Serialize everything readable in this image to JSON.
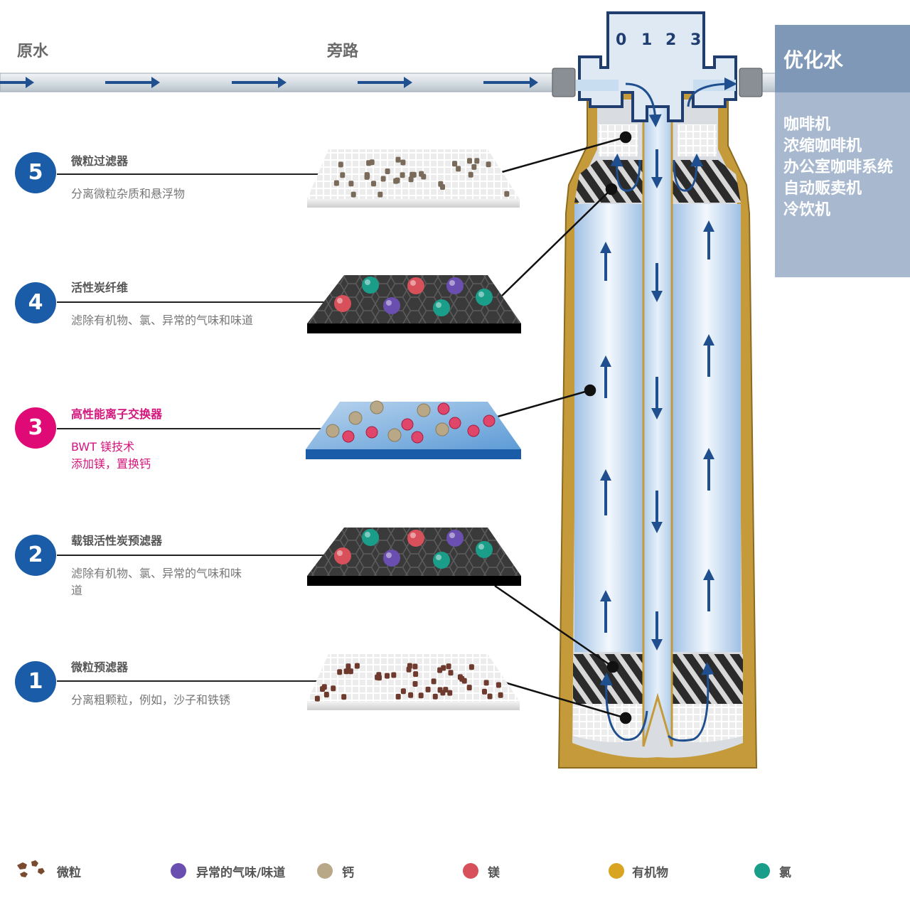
{
  "pipe": {
    "raw_water": "原水",
    "bypass": "旁路"
  },
  "dial": [
    "0",
    "1",
    "2",
    "3"
  ],
  "output": {
    "title": "优化水",
    "uses": [
      "咖啡机",
      "浓缩咖啡机",
      "办公室咖啡系统",
      "自动贩卖机",
      "冷饮机"
    ]
  },
  "stages": [
    {
      "num": "5",
      "title": "微粒过滤器",
      "desc": "分离微粒杂质和悬浮物",
      "highlight": false
    },
    {
      "num": "4",
      "title": "活性炭纤维",
      "desc": "滤除有机物、氯、异常的气味和味道",
      "highlight": false
    },
    {
      "num": "3",
      "title": "高性能离子交换器",
      "desc_lines": [
        "BWT 镁技术",
        "添加镁，置换钙"
      ],
      "highlight": true
    },
    {
      "num": "2",
      "title": "载银活性炭预滤器",
      "desc_lines": [
        "滤除有机物、氯、异常的气味和味",
        "道"
      ],
      "highlight": false
    },
    {
      "num": "1",
      "title": "微粒预滤器",
      "desc": "分离粗颗粒，例如，沙子和铁锈",
      "highlight": false
    }
  ],
  "legend": [
    {
      "label": "微粒",
      "icon": "particle-icon",
      "color": "#7a4a30"
    },
    {
      "label": "异常的气味/味道",
      "icon": "purple-sphere-icon",
      "color": "#6b4fb0"
    },
    {
      "label": "钙",
      "icon": "beige-sphere-icon",
      "color": "#b8a888"
    },
    {
      "label": "镁",
      "icon": "red-sphere-icon",
      "color": "#d8505a"
    },
    {
      "label": "有机物",
      "icon": "gold-sphere-icon",
      "color": "#d9a520"
    },
    {
      "label": "氯",
      "icon": "teal-sphere-icon",
      "color": "#1a9e8a"
    }
  ],
  "colors": {
    "accent_blue": "#1b5ca8",
    "highlight_pink": "#df0a76",
    "housing_gold": "#c49a3a",
    "water_blue": "#c9ddf1",
    "arrow_blue": "#1f4f8f",
    "panel_blue": "#a8b9cf"
  }
}
